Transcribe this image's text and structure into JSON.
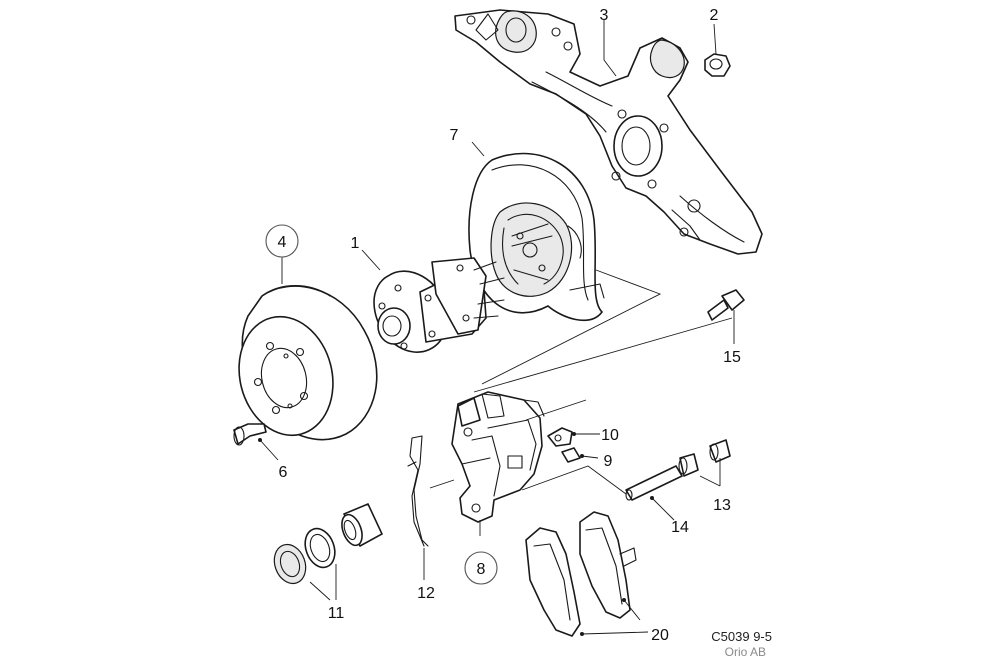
{
  "diagram": {
    "labels": {
      "p1": "1",
      "p2": "2",
      "p3": "3",
      "p4": "4",
      "p6": "6",
      "p7": "7",
      "p8": "8",
      "p9": "9",
      "p10": "10",
      "p11": "11",
      "p12": "12",
      "p13": "13",
      "p14": "14",
      "p15": "15",
      "p20": "20"
    },
    "caption": {
      "code": "C5039 9-5",
      "company": "Orio AB"
    }
  }
}
